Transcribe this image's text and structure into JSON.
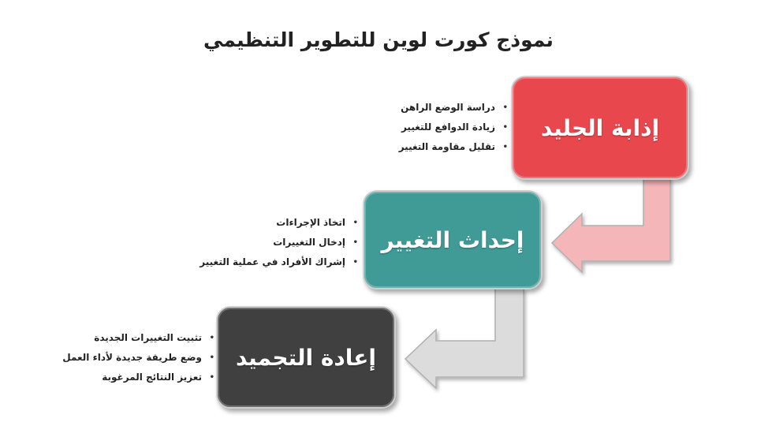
{
  "title": "نموذج كورت لوين للتطوير التنظيمي",
  "stages": [
    {
      "label": "إذابة الجليد",
      "color": "#e8474d",
      "items": [
        "دراسة الوضع الراهن",
        "زيادة الدوافع للتغيير",
        "تقليل مقاومة التغيير"
      ]
    },
    {
      "label": "إحداث التغيير",
      "color": "#409b97",
      "items": [
        "اتخاذ الإجراءات",
        "إدخال التغييرات",
        "إشراك الأفراد في عملية التغيير"
      ]
    },
    {
      "label": "إعادة التجميد",
      "color": "#404040",
      "items": [
        "تثبيت التغييرات الجديدة",
        "وضع طريقة جديدة لأداء العمل",
        "تعزيز النتائج المرغوبة"
      ]
    }
  ],
  "arrow_colors": [
    "#f4b6b8",
    "#dcdcdc"
  ]
}
